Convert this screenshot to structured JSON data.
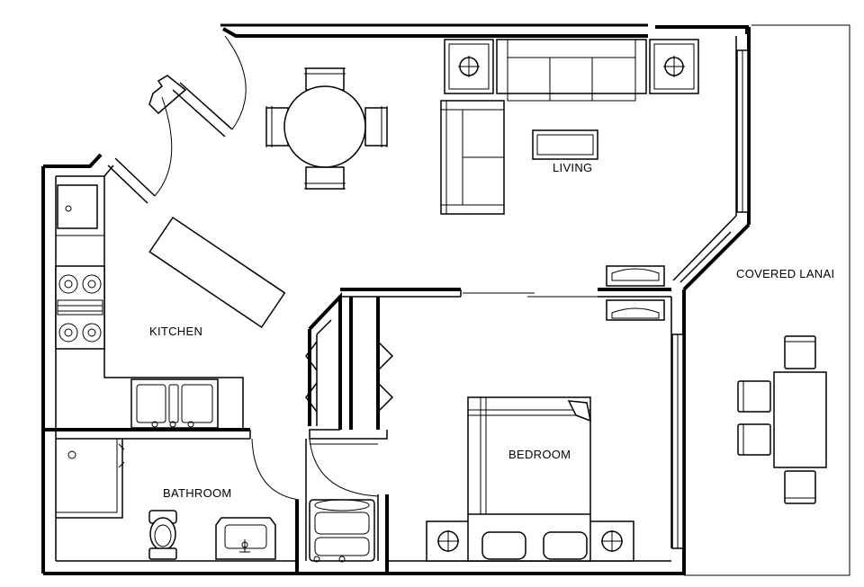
{
  "rooms": {
    "living": "LIVING",
    "kitchen": "KITCHEN",
    "bathroom": "BATHROOM",
    "bedroom": "BEDROOM",
    "lanai": "COVERED LANAI"
  },
  "colors": {
    "wall": "#000000",
    "background": "#ffffff"
  }
}
